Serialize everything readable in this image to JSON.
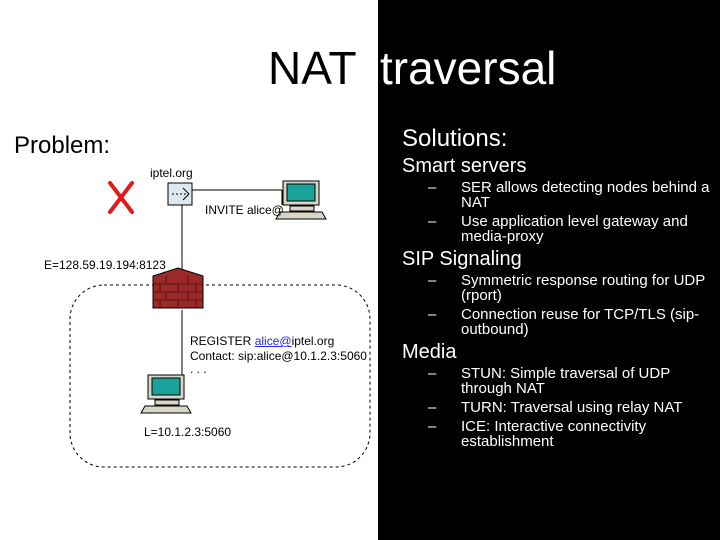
{
  "title": {
    "left": "NAT",
    "right": "traversal"
  },
  "problem_label": "Problem:",
  "diagram": {
    "server_label": "iptel.org",
    "invite_label": "INVITE alice@",
    "external_addr": "E=128.59.19.194:8123",
    "register_prefix": "REGISTER ",
    "register_link": "alice@",
    "register_suffix": "iptel.org",
    "contact_line": "Contact: sip:alice@10.1.2.3:5060",
    "ellipsis": ". . .",
    "local_addr": "L=10.1.2.3:5060",
    "colors": {
      "cross": "#e01b1b",
      "firewall": "#9a2a2a",
      "computer_screen": "#1aa39a",
      "computer_body": "#d9d6c8"
    }
  },
  "solutions": {
    "heading": "Solutions:",
    "sections": [
      {
        "heading": "Smart servers",
        "items": [
          "SER allows detecting nodes behind a NAT",
          "Use application level gateway and media-proxy"
        ]
      },
      {
        "heading": "SIP Signaling",
        "items": [
          "Symmetric response routing for UDP (rport)",
          "Connection reuse for TCP/TLS (sip-outbound)"
        ]
      },
      {
        "heading": "Media",
        "items": [
          "STUN: Simple traversal of UDP through NAT",
          "TURN: Traversal using relay NAT",
          "ICE: Interactive connectivity establishment"
        ]
      }
    ]
  }
}
